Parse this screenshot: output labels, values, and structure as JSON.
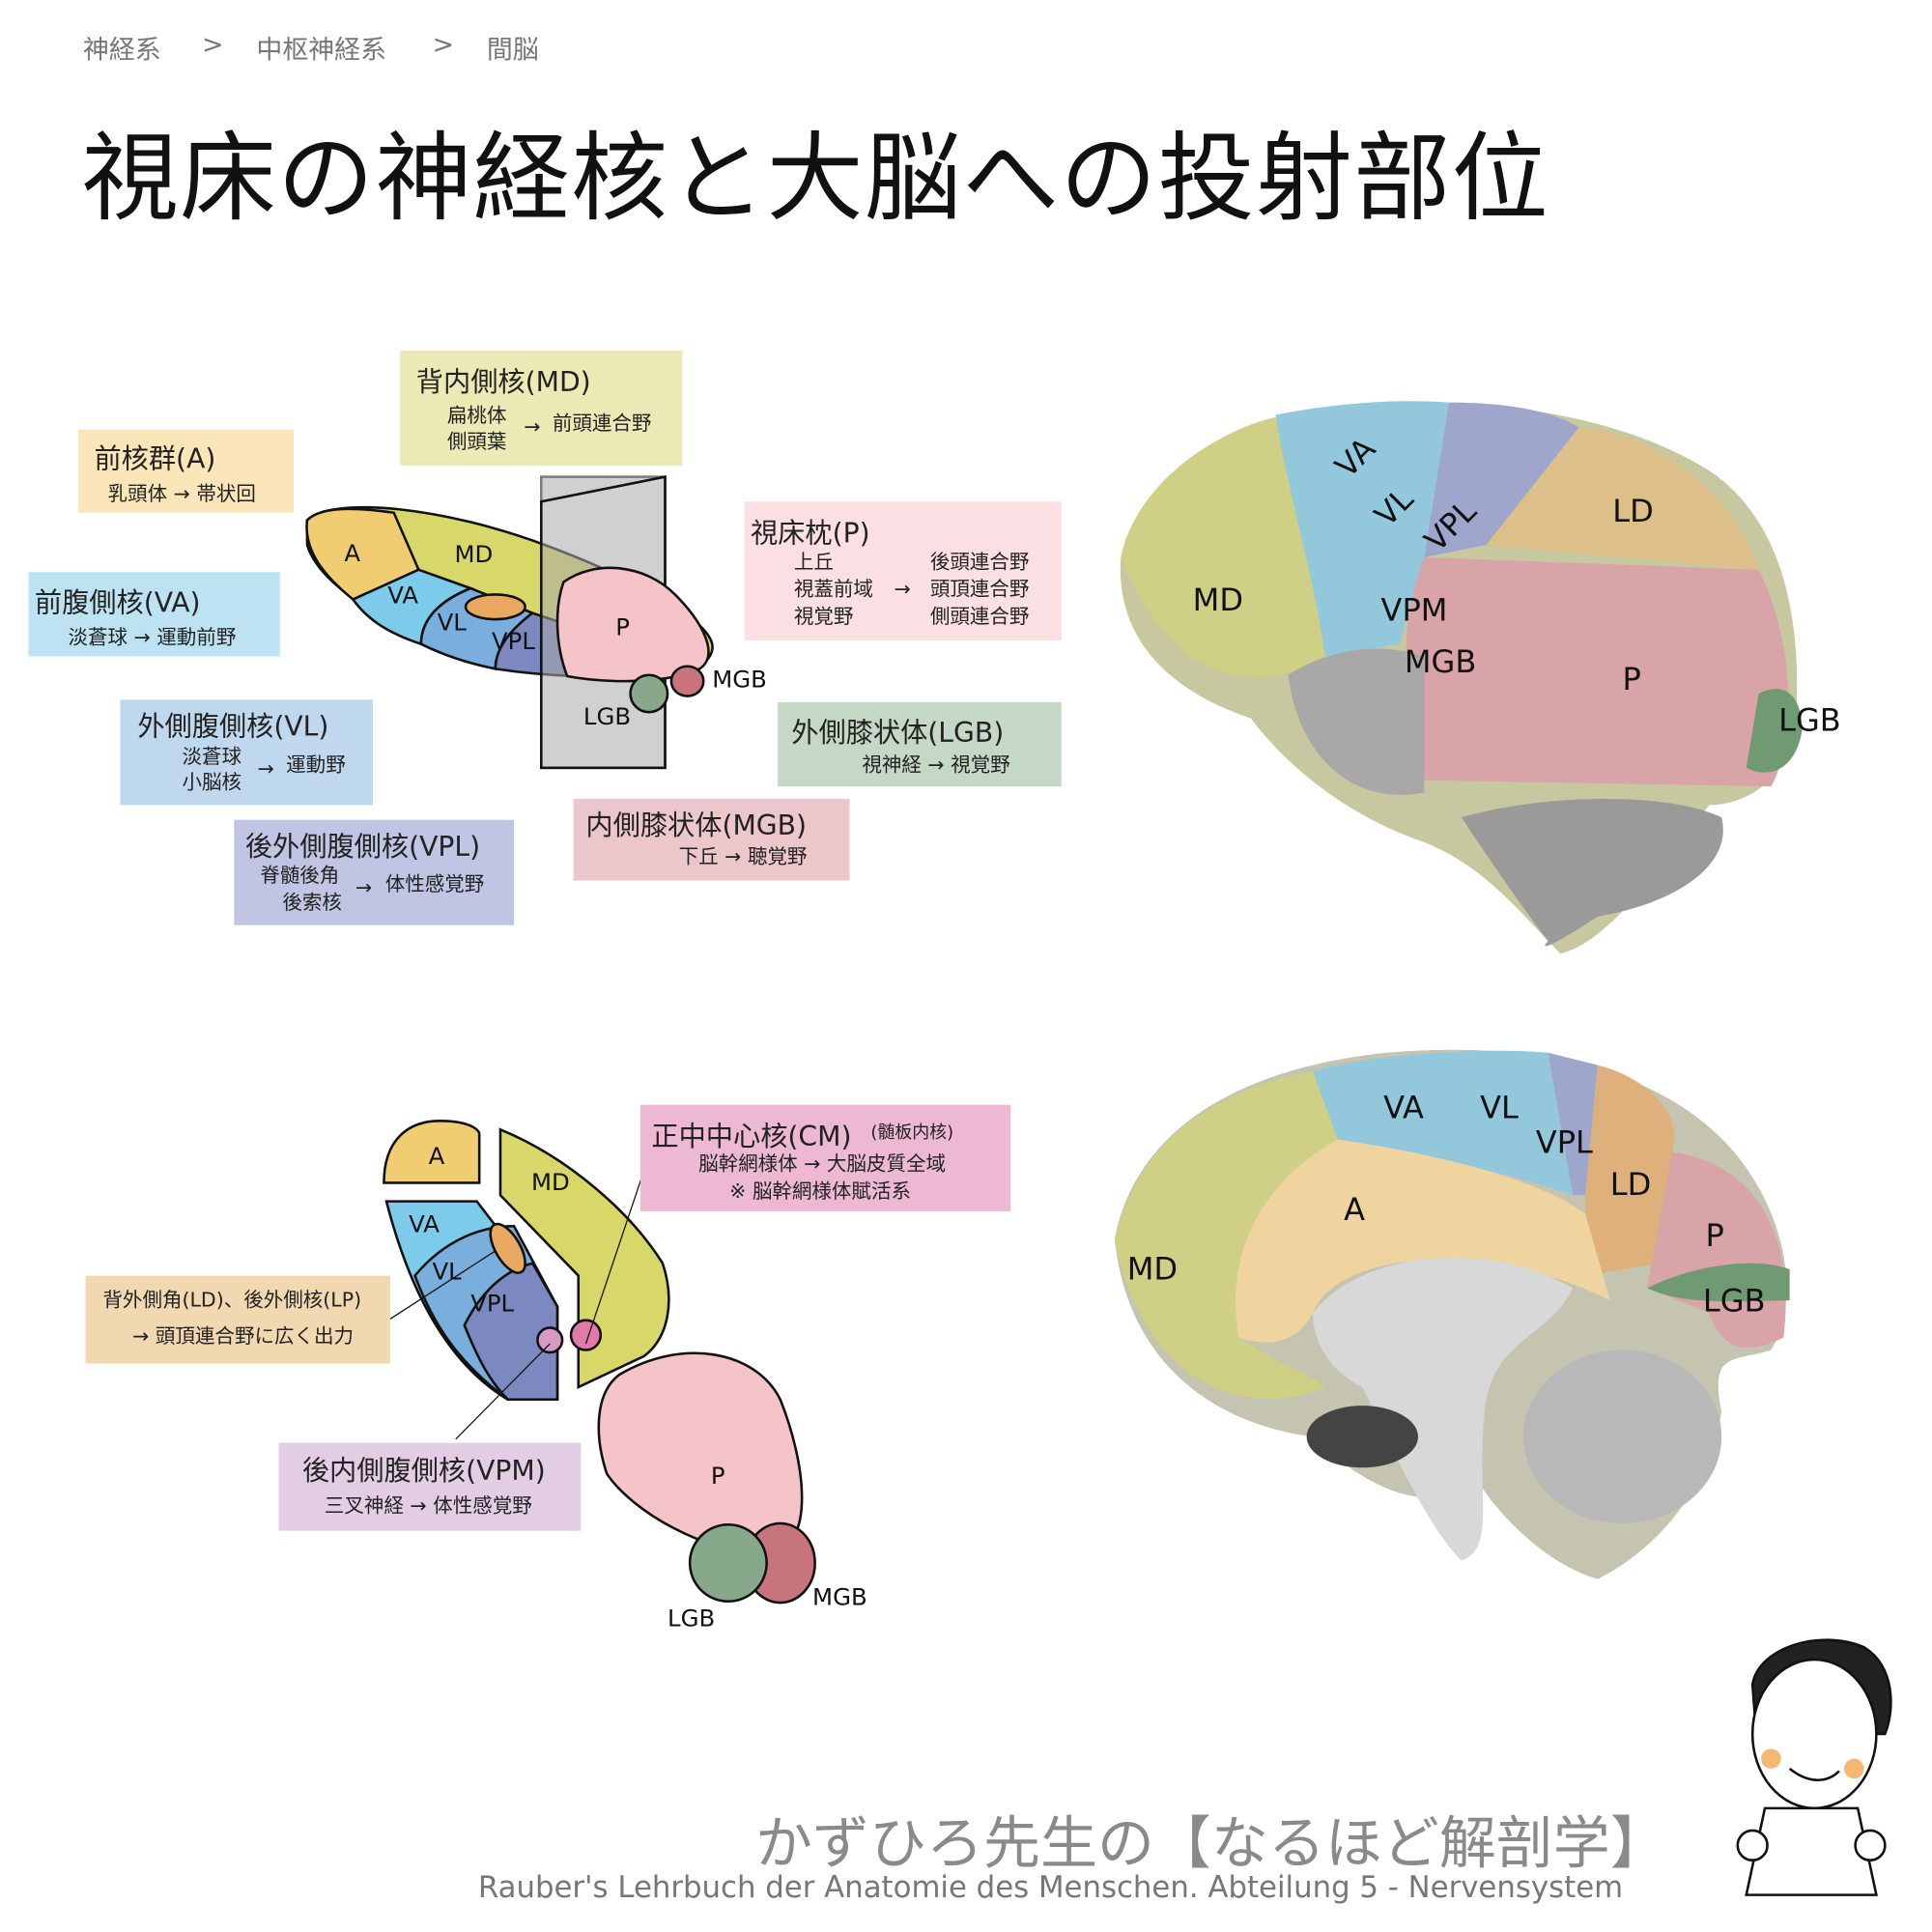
{
  "breadcrumb": [
    "神経系",
    ">",
    "中枢神経系",
    ">",
    "間脳"
  ],
  "title": "視床の神経核と大脳への投射部位",
  "boxes": {
    "md": {
      "title": "背内側核(MD)",
      "in1": "扁桃体",
      "in2": "側頭葉",
      "arrow": "→",
      "out": "前頭連合野"
    },
    "a": {
      "title": "前核群(A)",
      "line": "乳頭体 → 帯状回"
    },
    "va": {
      "title": "前腹側核(VA)",
      "line": "淡蒼球 → 運動前野"
    },
    "vl": {
      "title": "外側腹側核(VL)",
      "in1": "淡蒼球",
      "in2": "小脳核",
      "arrow": "→",
      "out": "運動野"
    },
    "vpl": {
      "title": "後外側腹側核(VPL)",
      "in1": "脊髄後角",
      "in2": "後索核",
      "arrow": "→",
      "out": "体性感覚野"
    },
    "p": {
      "title": "視床枕(P)",
      "in1": "上丘",
      "in2": "視蓋前域",
      "in3": "視覚野",
      "arrow": "→",
      "out1": "後頭連合野",
      "out2": "頭頂連合野",
      "out3": "側頭連合野"
    },
    "lgb": {
      "title": "外側膝状体(LGB)",
      "line": "視神経 → 視覚野"
    },
    "mgb": {
      "title": "内側膝状体(MGB)",
      "line": "下丘 → 聴覚野"
    },
    "cm": {
      "title": "正中中心核(CM)",
      "sub": "(髄板内核)",
      "line1": "脳幹網様体 → 大脳皮質全域",
      "line2": "※ 脳幹網様体賦活系"
    },
    "ld": {
      "line1": "背外側角(LD)、後外側核(LP)",
      "line2": "→ 頭頂連合野に広く出力"
    },
    "vpm": {
      "title": "後内側腹側核(VPM)",
      "line": "三叉神経 → 体性感覚野"
    }
  },
  "nuclei": {
    "A": "A",
    "MD": "MD",
    "VA": "VA",
    "VL": "VL",
    "VPL": "VPL",
    "P": "P",
    "MGB": "MGB",
    "LGB": "LGB",
    "VPM": "VPM",
    "LD": "LD"
  },
  "colors": {
    "A": "#f1cd72",
    "MD": "#d8d86a",
    "VA": "#7ccbea",
    "VL": "#7aaedc",
    "VPL": "#7c88c0",
    "P": "#f5c4c8",
    "MGB": "#c8747c",
    "LGB": "#88a88c",
    "LD": "#e8a860"
  },
  "footer": {
    "brand": "かずひろ先生の【なるほど解剖学】",
    "source": "Rauber's Lehrbuch der Anatomie des Menschen. Abteilung 5 -  Nervensystem"
  }
}
